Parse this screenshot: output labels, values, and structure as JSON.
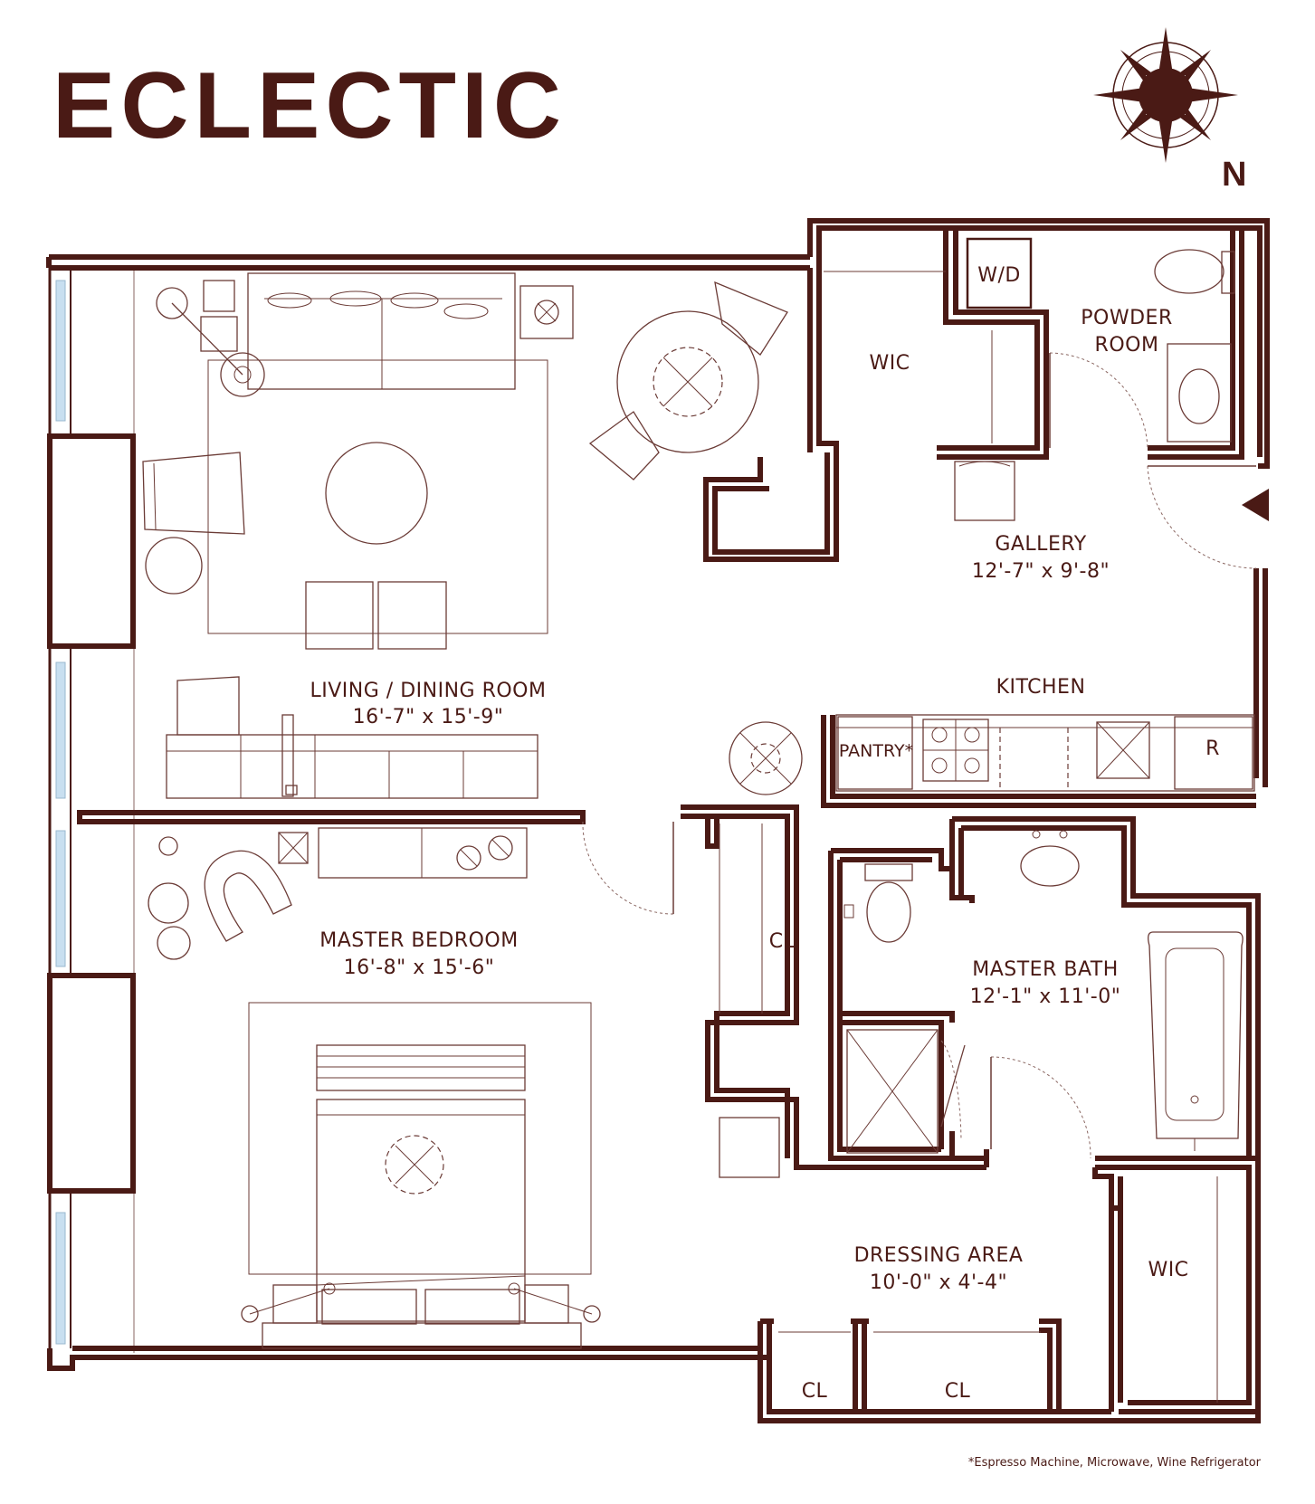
{
  "title": "ECLECTIC",
  "compass": {
    "direction_label": "N"
  },
  "colors": {
    "wall": "#4a1a15",
    "furniture": "#6b3b36",
    "window_glass": "#c8dff0"
  },
  "rooms": {
    "living": {
      "name": "LIVING / DINING ROOM",
      "dims": "16'-7\" x 15'-9\""
    },
    "gallery": {
      "name": "GALLERY",
      "dims": "12'-7\" x 9'-8\""
    },
    "kitchen": {
      "name": "KITCHEN"
    },
    "powder": {
      "name_line1": "POWDER",
      "name_line2": "ROOM"
    },
    "wic_top": {
      "name": "WIC"
    },
    "wd": {
      "name": "W/D"
    },
    "pantry": {
      "name": "PANTRY*"
    },
    "fridge": {
      "name": "R"
    },
    "master_bedroom": {
      "name": "MASTER BEDROOM",
      "dims": "16'-8\" x 15'-6\""
    },
    "master_bath": {
      "name": "MASTER BATH",
      "dims": "12'-1\" x 11'-0\""
    },
    "closet_center": {
      "name": "CL"
    },
    "dressing": {
      "name": "DRESSING AREA",
      "dims": "10'-0\" x 4'-4\""
    },
    "wic_bottom": {
      "name": "WIC"
    },
    "closet_bottom_left": {
      "name": "CL"
    },
    "closet_bottom_right": {
      "name": "CL"
    }
  },
  "footnote": "*Espresso Machine, Microwave, Wine Refrigerator"
}
